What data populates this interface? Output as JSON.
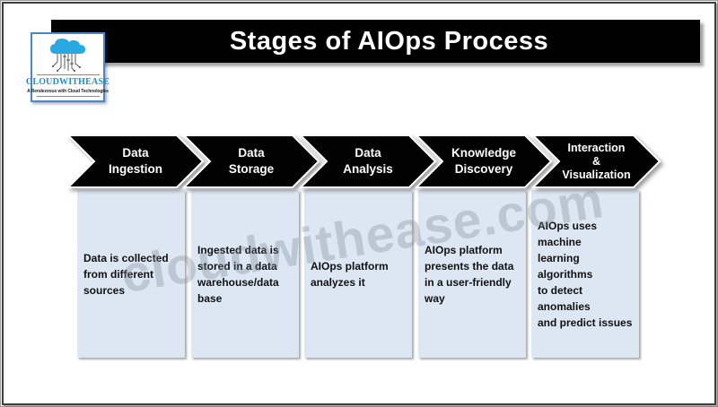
{
  "header": {
    "title": "Stages of AIOps Process"
  },
  "logo": {
    "name": "CLOUDWITHEASE",
    "tagline": "A Rendezvous with Cloud Technologies",
    "icon": "cloud-with-circuit-roots-icon",
    "brand_color": "#1f8dcd",
    "border_color": "#4a86c8"
  },
  "watermark": {
    "text": "cloudwithease.com"
  },
  "stages": [
    {
      "label": "Data\nIngestion",
      "description": "Data is collected\nfrom different\nsources"
    },
    {
      "label": "Data\nStorage",
      "description": "Ingested data is\nstored in a data\nwarehouse/data\nbase"
    },
    {
      "label": "Data\nAnalysis",
      "description": "AIOps platform\nanalyzes it"
    },
    {
      "label": "Knowledge\nDiscovery",
      "description": "AIOps platform\npresents the data\nin a user-friendly\nway"
    },
    {
      "label": "Interaction\n&\nVisualization",
      "description": "AIOps uses machine\nlearning algorithms\nto detect anomalies\nand predict issues"
    }
  ],
  "colors": {
    "arrow_fill": "#000000",
    "arrow_text": "#ffffff",
    "box_fill": "#dce7f3",
    "title_bar_bg": "#000000",
    "title_text": "#ffffff",
    "frame_border": "#3e3e3e"
  }
}
